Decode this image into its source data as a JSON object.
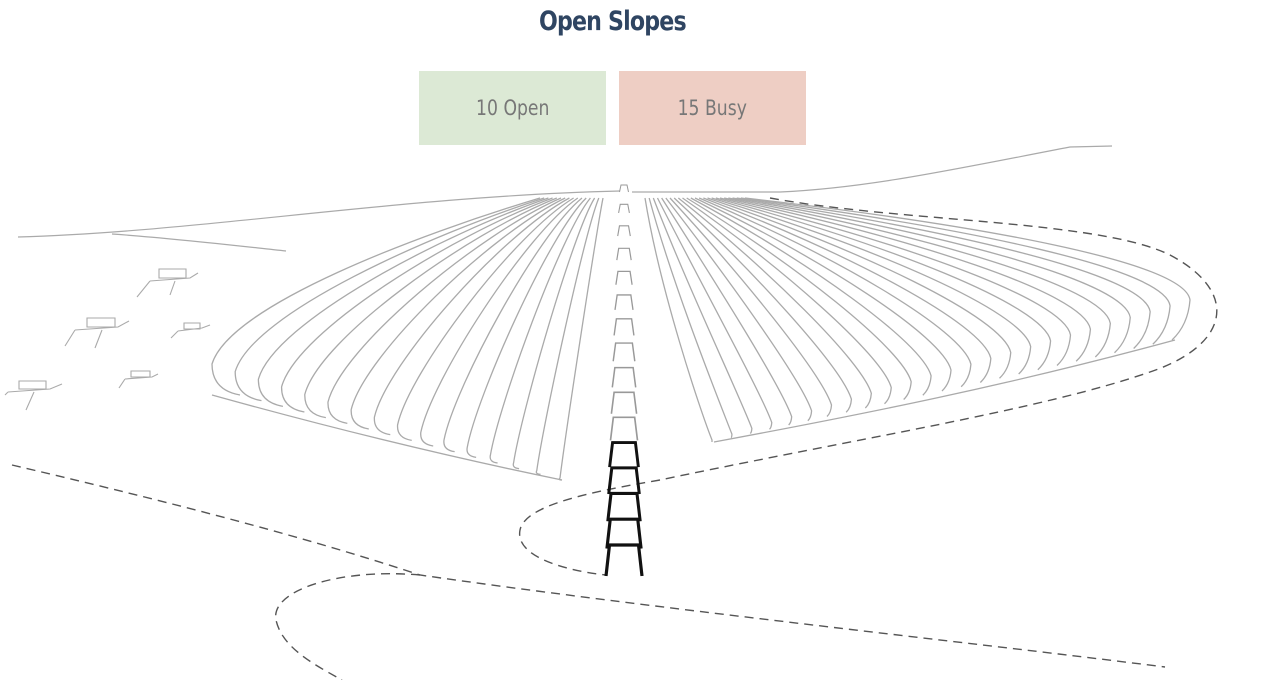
{
  "title": "Open Slopes",
  "badges": {
    "open": {
      "label": "10 Open",
      "color": "#dce9d5"
    },
    "busy": {
      "label": "15 Busy",
      "color": "#eecec4"
    }
  },
  "colors": {
    "title": "#2f4562",
    "slope_line": "#aaaaaa",
    "dashed_path": "#555555",
    "lift_active": "#111111",
    "lift_inactive": "#999999"
  },
  "slopes": {
    "left_count": 16,
    "right_count": 25
  },
  "lift": {
    "chairs": 16,
    "active_chairs": 5
  }
}
